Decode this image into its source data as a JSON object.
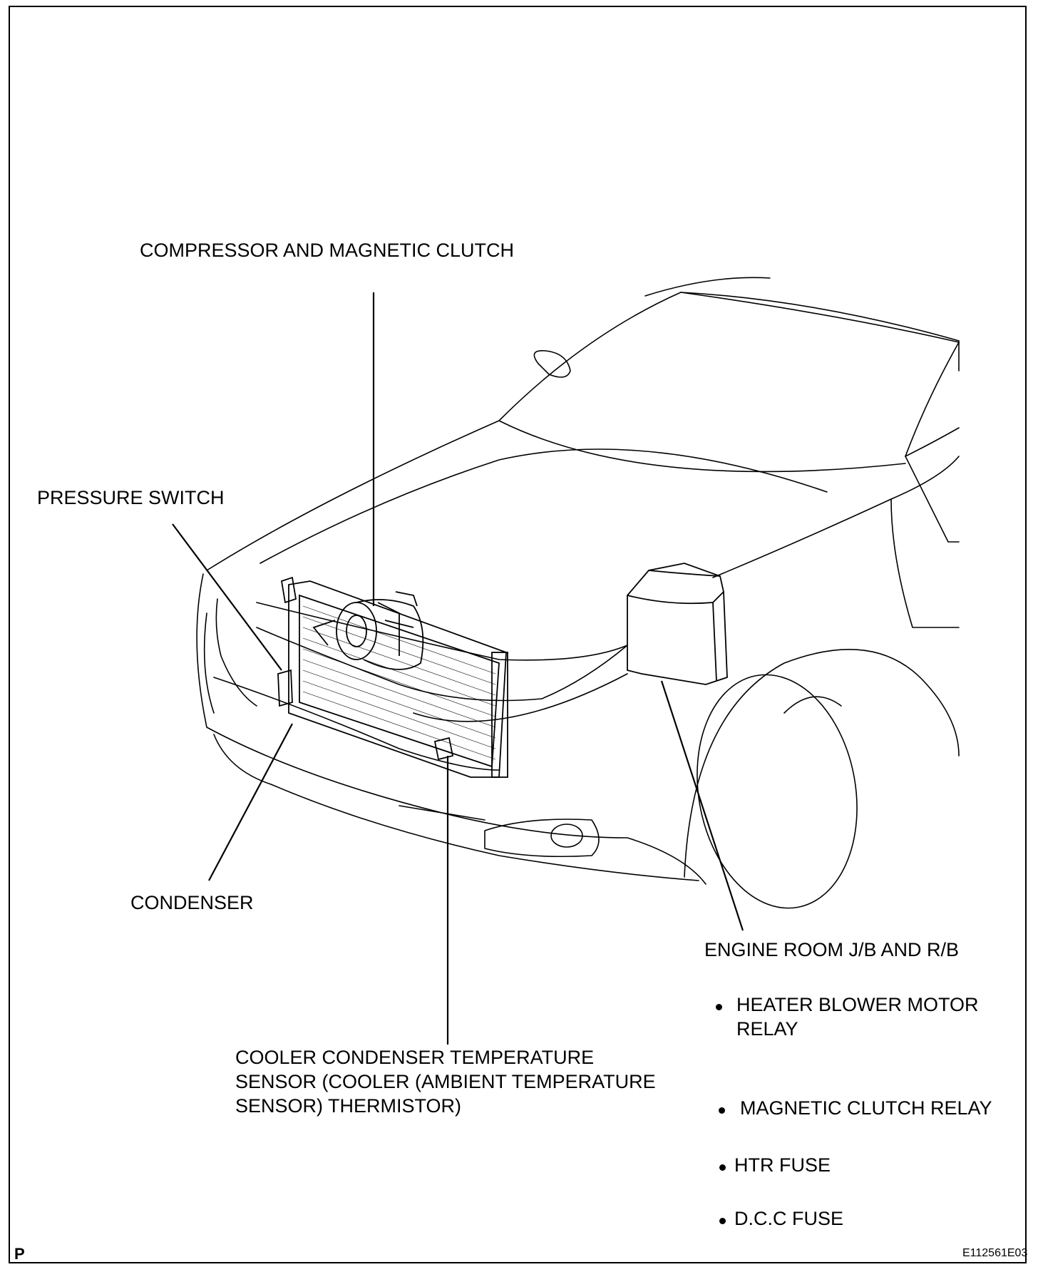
{
  "labels": {
    "compressor": "COMPRESSOR AND MAGNETIC CLUTCH",
    "pressure_switch": "PRESSURE SWITCH",
    "condenser": "CONDENSER",
    "engine_room": "ENGINE ROOM J/B AND R/B",
    "sensor": "COOLER CONDENSER TEMPERATURE\nSENSOR (COOLER (AMBIENT TEMPERATURE\nSENSOR) THERMISTOR)"
  },
  "engine_room_items": [
    "HEATER BLOWER MOTOR\nRELAY",
    "MAGNETIC CLUTCH RELAY",
    "HTR FUSE",
    "D.C.C FUSE"
  ],
  "corner_mark": "P",
  "figure_id": "E112561E03"
}
